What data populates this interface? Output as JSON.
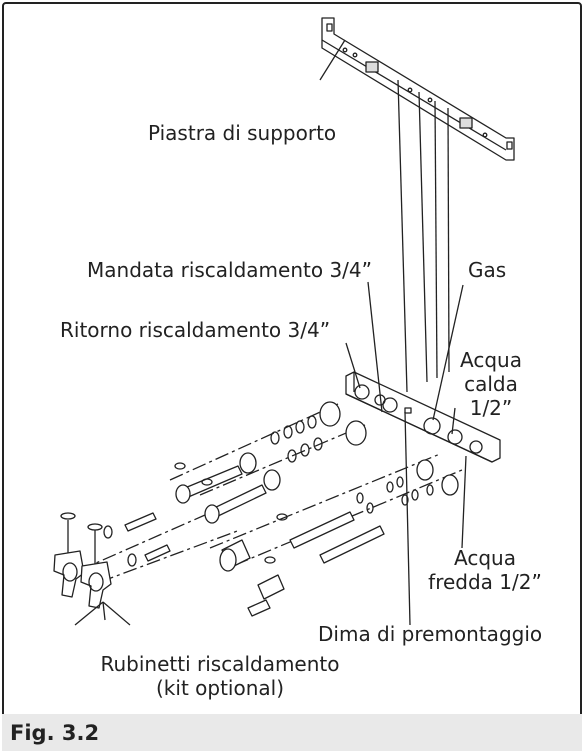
{
  "labels": {
    "piastra": "Piastra di supporto",
    "mandata": "Mandata riscaldamento 3/4”",
    "gas": "Gas",
    "ritorno": "Ritorno riscaldamento 3/4”",
    "acqua_calda_1": "Acqua",
    "acqua_calda_2": "calda",
    "acqua_calda_3": "1/2”",
    "acqua_fredda_1": "Acqua",
    "acqua_fredda_2": "fredda 1/2”",
    "dima": "Dima di premontaggio",
    "rubinetti_1": "Rubinetti riscaldamento",
    "rubinetti_2": "(kit optional)"
  },
  "caption": "Fig. 3.2"
}
